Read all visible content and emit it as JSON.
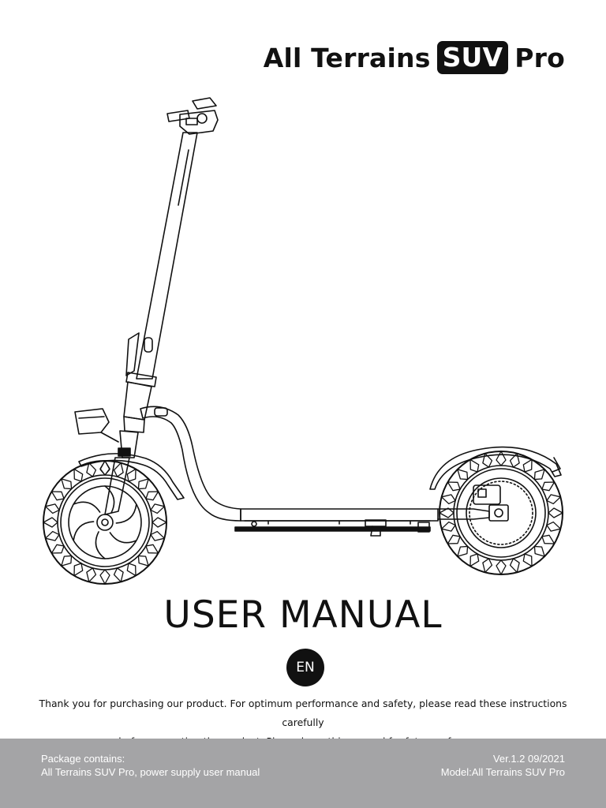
{
  "brand": {
    "name_prefix": "All Terrains",
    "name_badge": "SUV",
    "name_suffix": "Pro"
  },
  "title": "USER MANUAL",
  "language": "EN",
  "intro": {
    "line1": "Thank you for purchasing our product. For optimum performance and safety, please read these instructions carefully",
    "line2": "before operating the product. Please keep this manual for future reference."
  },
  "footer": {
    "package_label": "Package contains:",
    "package_contents": "All Terrains SUV Pro, power supply user manual",
    "version": "Ver.1.2  09/2021",
    "model": "Model:All Terrains SUV Pro"
  },
  "colors": {
    "ink": "#111111",
    "footer_bg": "#a4a4a6",
    "footer_text": "#ffffff"
  },
  "illustration": "electric-scooter-line-drawing"
}
